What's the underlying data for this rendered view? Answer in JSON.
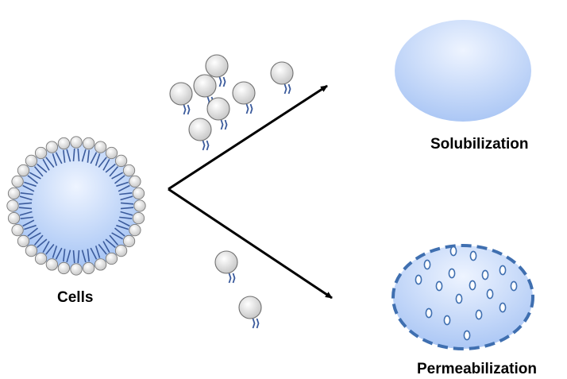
{
  "labels": {
    "cells": "Cells",
    "solubilization": "Solubilization",
    "permeabilization": "Permeabilization"
  },
  "colors": {
    "cell_fill_light": "#eaf2ff",
    "cell_fill_dark": "#9cbcf2",
    "lipid_head": "#dcdcdc",
    "lipid_tail": "#3a5a9c",
    "perm_border": "#3f6fb0",
    "arrow": "#000000"
  },
  "icons": {
    "detergent_molecule": "detergent-molecule-icon",
    "pore": "pore-icon"
  }
}
